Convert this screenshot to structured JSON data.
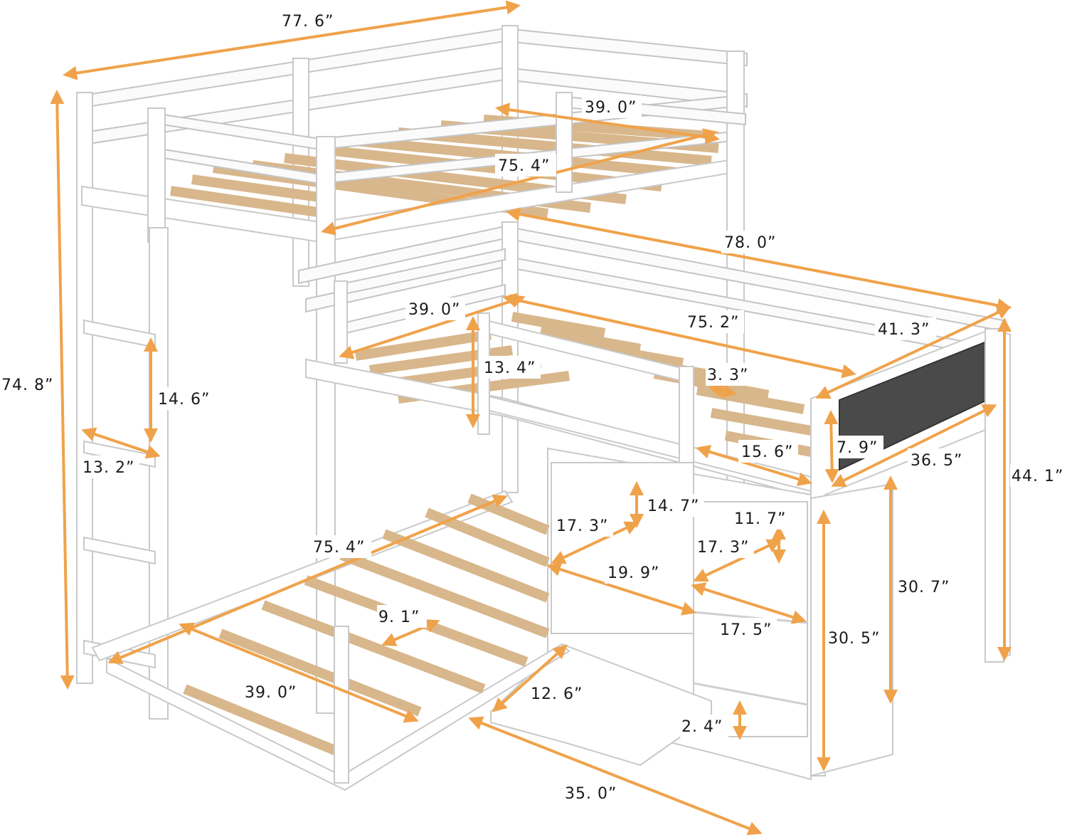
{
  "colors": {
    "arrow": "#f0a24a",
    "slat": "#d8b78c",
    "frame": "#ffffff",
    "chalkboard": "#4a4a4a"
  },
  "dimensions": [
    {
      "id": "top-length",
      "label": "77. 6”"
    },
    {
      "id": "overall-height",
      "label": "74. 8”"
    },
    {
      "id": "top-bed-width",
      "label": "39. 0”"
    },
    {
      "id": "top-bed-length",
      "label": "75. 4”"
    },
    {
      "id": "middle-length",
      "label": "78. 0”"
    },
    {
      "id": "middle-bed-width",
      "label": "39. 0”"
    },
    {
      "id": "middle-bed-length",
      "label": "75. 2”"
    },
    {
      "id": "middle-end-width",
      "label": "41. 3”"
    },
    {
      "id": "guard-height",
      "label": "13. 4”"
    },
    {
      "id": "guard-gap",
      "label": "3. 3”"
    },
    {
      "id": "ladder-step",
      "label": "14. 6”"
    },
    {
      "id": "ladder-width",
      "label": "13. 2”"
    },
    {
      "id": "guard-length",
      "label": "15. 6”"
    },
    {
      "id": "chalkboard-height",
      "label": "7. 9”"
    },
    {
      "id": "chalkboard-length",
      "label": "36. 5”"
    },
    {
      "id": "right-height",
      "label": "44. 1”"
    },
    {
      "id": "cabinet-top-gap",
      "label": "14. 7”"
    },
    {
      "id": "cabinet-depth-left",
      "label": "17. 3”"
    },
    {
      "id": "shelf-height",
      "label": "11. 7”"
    },
    {
      "id": "cabinet-depth-right",
      "label": "17. 3”"
    },
    {
      "id": "bottom-bed-length",
      "label": "75. 4”"
    },
    {
      "id": "cabinet-opening-width",
      "label": "19. 9”"
    },
    {
      "id": "cabinet-side-height",
      "label": "30. 7”"
    },
    {
      "id": "shelf-width",
      "label": "17. 5”"
    },
    {
      "id": "slat-gap",
      "label": "9. 1”"
    },
    {
      "id": "cabinet-front-height",
      "label": "30. 5”"
    },
    {
      "id": "bottom-bed-width",
      "label": "39. 0”"
    },
    {
      "id": "step-depth",
      "label": "12. 6”"
    },
    {
      "id": "bottom-shelf-gap",
      "label": "2. 4”"
    },
    {
      "id": "cabinet-width",
      "label": "35. 0”"
    }
  ]
}
